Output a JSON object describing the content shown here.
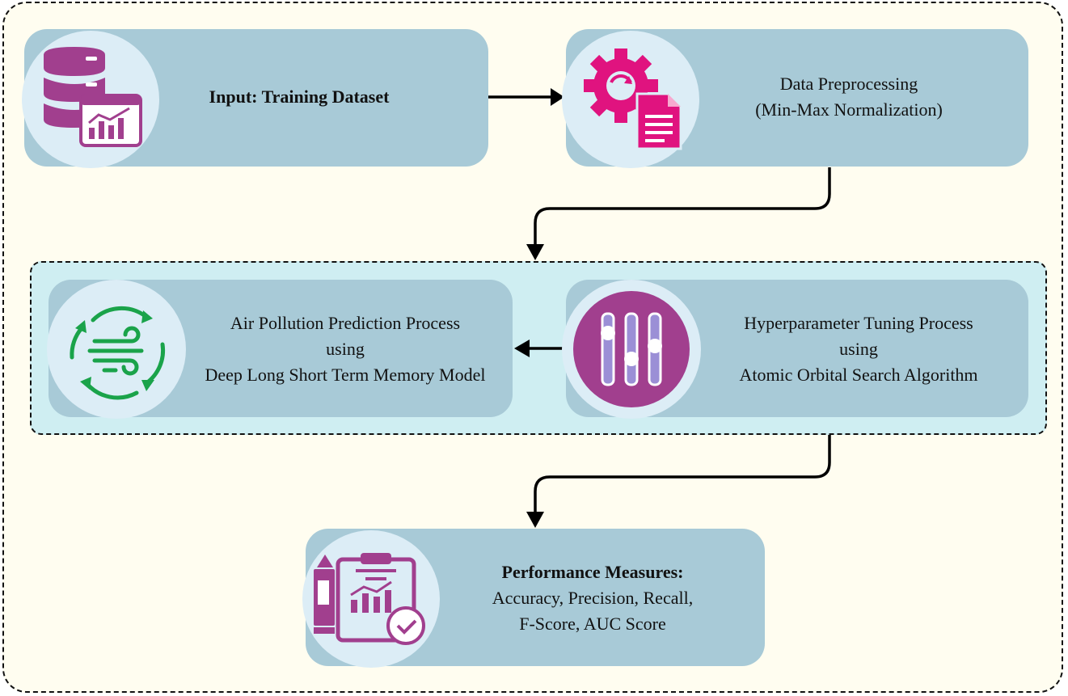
{
  "input_box": {
    "text": "Input: Training Dataset",
    "icon": "database-chart-icon"
  },
  "preprocess_box": {
    "line1": "Data Preprocessing",
    "line2": "(Min-Max Normalization)",
    "icon": "gear-document-icon"
  },
  "tuning_box": {
    "line1": "Hyperparameter Tuning Process",
    "line2": "using",
    "line3": "Atomic Orbital Search Algorithm",
    "icon": "sliders-icon"
  },
  "prediction_box": {
    "line1": "Air Pollution Prediction Process",
    "line2": "using",
    "line3": "Deep Long Short Term Memory Model",
    "icon": "wind-cycle-icon"
  },
  "performance_box": {
    "line1": "Performance Measures:",
    "line2": "Accuracy, Precision, Recall,",
    "line3": "F-Score, AUC Score",
    "icon": "clipboard-chart-icon"
  },
  "colors": {
    "box": "#a8cad7",
    "circle": "#dcedf6",
    "magenta": "#e0137f",
    "purple": "#a13f8e",
    "green": "#1aa34a",
    "frame_bg": "#fffdf0",
    "inner_bg": "#cfeef2"
  }
}
